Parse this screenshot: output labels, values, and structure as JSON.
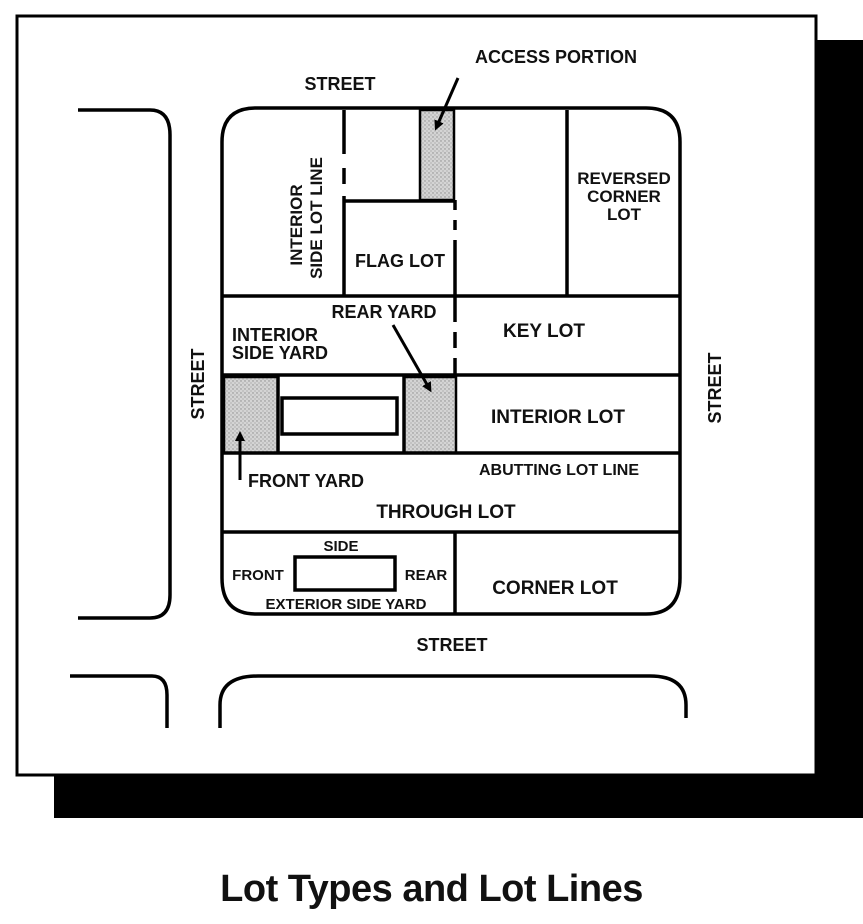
{
  "title": "Lot Types and Lot Lines",
  "labels": {
    "street_top": "STREET",
    "street_left": "STREET",
    "street_right": "STREET",
    "street_bottom": "STREET",
    "access_portion": "ACCESS PORTION",
    "interior_side_lot_line_1": "INTERIOR",
    "interior_side_lot_line_2": "SIDE LOT LINE",
    "flag_lot": "FLAG LOT",
    "reversed_corner_lot_1": "REVERSED",
    "reversed_corner_lot_2": "CORNER",
    "reversed_corner_lot_3": "LOT",
    "rear_yard": "REAR YARD",
    "interior_side_yard_1": "INTERIOR",
    "interior_side_yard_2": "SIDE YARD",
    "key_lot": "KEY LOT",
    "interior_lot": "INTERIOR LOT",
    "front_yard": "FRONT YARD",
    "abutting_lot_line": "ABUTTING LOT LINE",
    "through_lot": "THROUGH LOT",
    "side": "SIDE",
    "front": "FRONT",
    "rear": "REAR",
    "exterior_side_yard": "EXTERIOR SIDE YARD",
    "corner_lot": "CORNER LOT"
  },
  "colors": {
    "line": "#000000",
    "shadow": "#000000",
    "yard_fill": "#cfcfcf",
    "background": "#ffffff"
  }
}
